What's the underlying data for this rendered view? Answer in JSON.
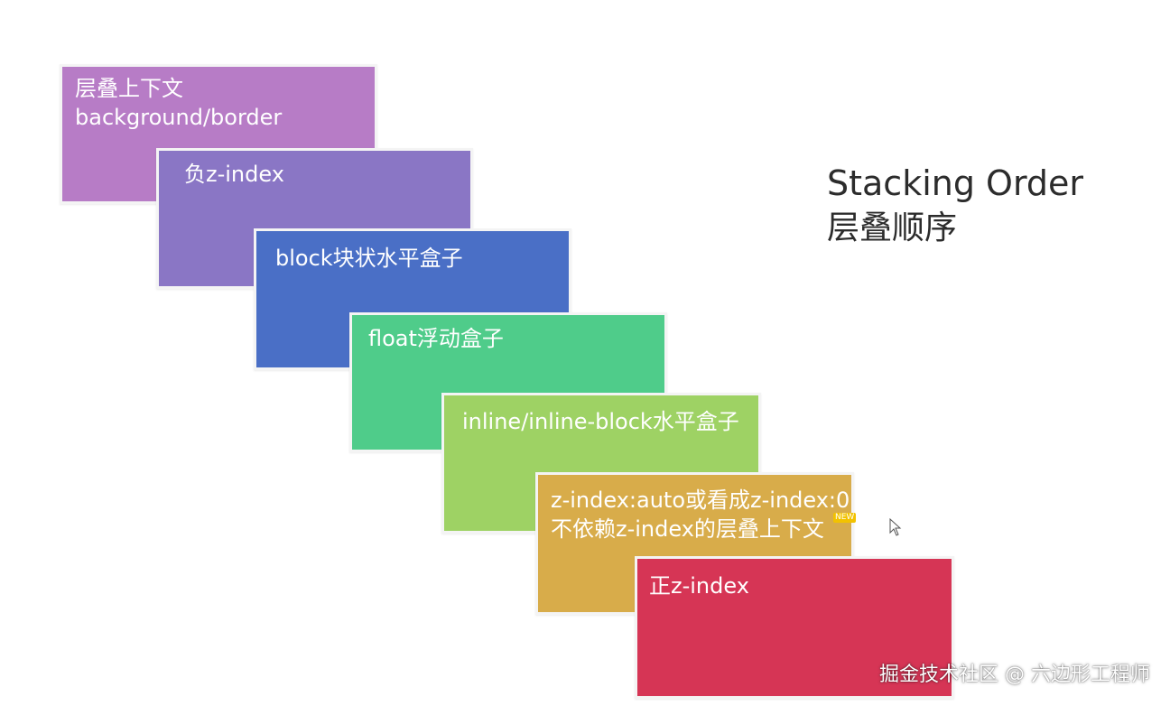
{
  "layers": [
    {
      "lines": [
        "层叠上下文",
        "background/border"
      ],
      "color": "#b77cc6"
    },
    {
      "lines": [
        "负z-index"
      ],
      "color": "#8a76c5"
    },
    {
      "lines": [
        "block块状水平盒子"
      ],
      "color": "#4a6fc6"
    },
    {
      "lines": [
        "float浮动盒子"
      ],
      "color": "#4fcc8a"
    },
    {
      "lines": [
        "inline/inline-block水平盒子"
      ],
      "color": "#9ed264"
    },
    {
      "lines": [
        "z-index:auto或看成z-index:0",
        "不依赖z-index的层叠上下文"
      ],
      "color": "#d8ac4a"
    },
    {
      "lines": [
        "正z-index"
      ],
      "color": "#d63555"
    }
  ],
  "badge": "NEW",
  "title": {
    "en": "Stacking Order",
    "zh": "层叠顺序"
  },
  "watermark": "掘金技术社区 @ 六边形工程师",
  "icons": {
    "cursor": "mouse-pointer-icon"
  }
}
